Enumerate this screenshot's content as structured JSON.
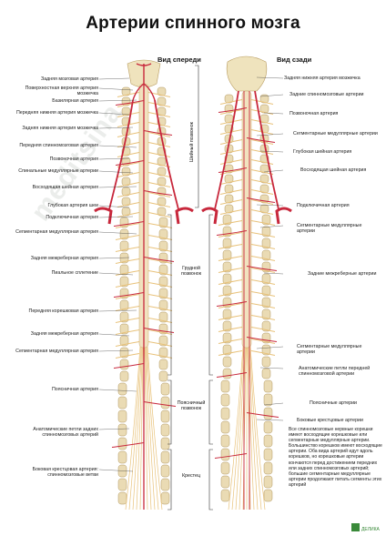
{
  "title": "Артерии спинного мозга",
  "views": {
    "front": "Вид спереди",
    "back": "Вид сзади"
  },
  "left_labels": [
    "Задняя мозговая артерия",
    "Поверхностная верхняя артерия мозжечка",
    "Базилярная артерия",
    "Передняя нижняя артерия мозжечка",
    "Задняя нижняя артерия мозжечка",
    "Передняя спинномозговая артерия",
    "Позвоночная артерия",
    "Спинальные медуллярные артерии",
    "Восходящая шейная артерия",
    "Глубокая артерия шеи",
    "Подключичная артерия",
    "Сегментарная медуллярная артерия",
    "Задняя межреберная артерия",
    "Пиальное сплетение",
    "Передняя корешковая артерия",
    "Задняя межреберная артерия",
    "Сегментарная медуллярная артерия",
    "Поясничная артерия",
    "Анатомические петли задних спинномозговых артерий",
    "Боковая крестцовая артерия: спинномозговые ветви"
  ],
  "right_labels": [
    "Задняя нижняя артерия мозжечка",
    "Задние спинномозговые артерии",
    "Позвоночная артерия",
    "Сегментарные медуллярные артерии",
    "Глубокая шейная артерия",
    "Восходящая шейная артерия",
    "Подключичная артерия",
    "Сегментарные медуллярные артерии",
    "Задние межреберные артерии",
    "Сегментарные медуллярные артерии",
    "Анатомические петли передней спинномозговой артерии",
    "Поясничные артерии",
    "Боковые крестцовые артерии"
  ],
  "regions": {
    "cervical": "Шейный позвонок",
    "thoracic": "Грудной позвонок",
    "lumbar": "Поясничный позвонок",
    "sacrum": "Крестец"
  },
  "note": "Все спинномозговые нервные корешки имеют восходящие корешковые или сегментарные медуллярные артерии. Большинство корешков имеют восходящие артерии. Оба вида артерий идут вдоль корешков, но корешковые артерии кончаются перед достижением передних или задних спинномозговых артерий; большие сегментарные медуллярные артерии продолжают питать сегменты этих артерий",
  "watermark": "meditsina",
  "brand": "ДЕЛИКА",
  "colors": {
    "artery": "#c8283c",
    "bone": "#eadbb4",
    "nerve": "#e8c27a",
    "brain": "#efe3bd"
  }
}
